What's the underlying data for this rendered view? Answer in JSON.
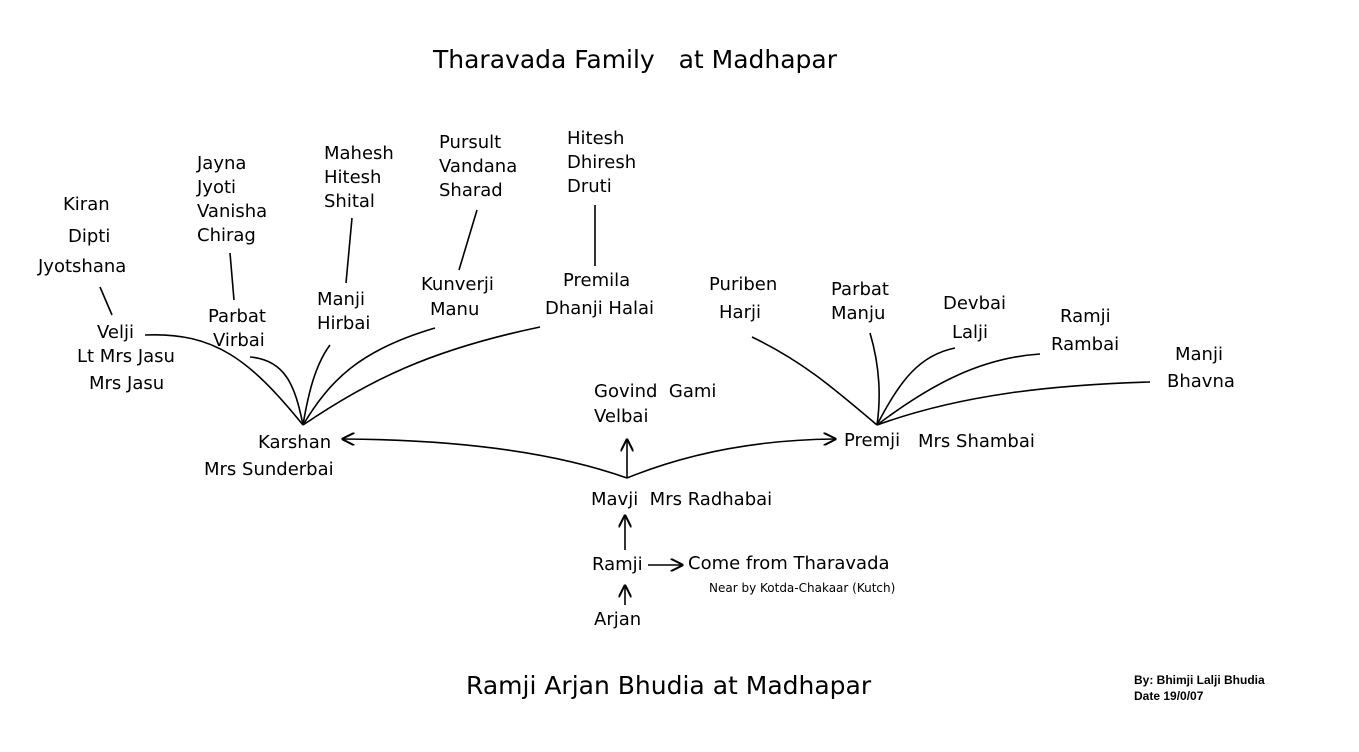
{
  "title": "Tharavada Family   at Madhapar",
  "footer_title": "Ramji Arjan Bhudia at Madhapar",
  "credit": {
    "by": "By: Bhimji Lalji Bhudia",
    "date": "Date 19/0/07"
  },
  "origin": {
    "line": "Come from Tharavada",
    "note": "Near by Kotda-Chakaar (Kutch)"
  },
  "lineage": {
    "arjan": "Arjan",
    "ramji": "Ramji",
    "mavji": "Mavji  Mrs Radhabai"
  },
  "govind": {
    "line1": "Govind  Gami",
    "line2": "Velbai"
  },
  "karshan": {
    "line1": "Karshan",
    "line2": "Mrs Sunderbai",
    "children": [
      {
        "lines": [
          "Velji",
          "Lt Mrs Jasu",
          "Mrs Jasu"
        ],
        "kids": [
          "Kiran",
          "Dipti",
          "Jyotshana"
        ]
      },
      {
        "lines": [
          "Parbat",
          "Virbai"
        ],
        "kids": [
          "Jayna",
          "Jyoti",
          "Vanisha",
          "Chirag"
        ]
      },
      {
        "lines": [
          "Manji",
          "Hirbai"
        ],
        "kids": [
          "Mahesh",
          "Hitesh",
          "Shital"
        ]
      },
      {
        "lines": [
          "Kunverji",
          "Manu"
        ],
        "kids": [
          "Pursult",
          "Vandana",
          "Sharad"
        ]
      },
      {
        "lines": [
          "Premila",
          "Dhanji Halai"
        ],
        "kids": [
          "Hitesh",
          "Dhiresh",
          "Druti"
        ]
      }
    ]
  },
  "premji": {
    "line1": "Premji",
    "spouse": "Mrs Shambai",
    "children": [
      {
        "lines": [
          "Puriben",
          "Harji"
        ]
      },
      {
        "lines": [
          "Parbat",
          "Manju"
        ]
      },
      {
        "lines": [
          "Devbai",
          "Lalji"
        ]
      },
      {
        "lines": [
          "Ramji",
          "Rambai"
        ]
      },
      {
        "lines": [
          "Manji",
          "Bhavna"
        ]
      }
    ]
  }
}
